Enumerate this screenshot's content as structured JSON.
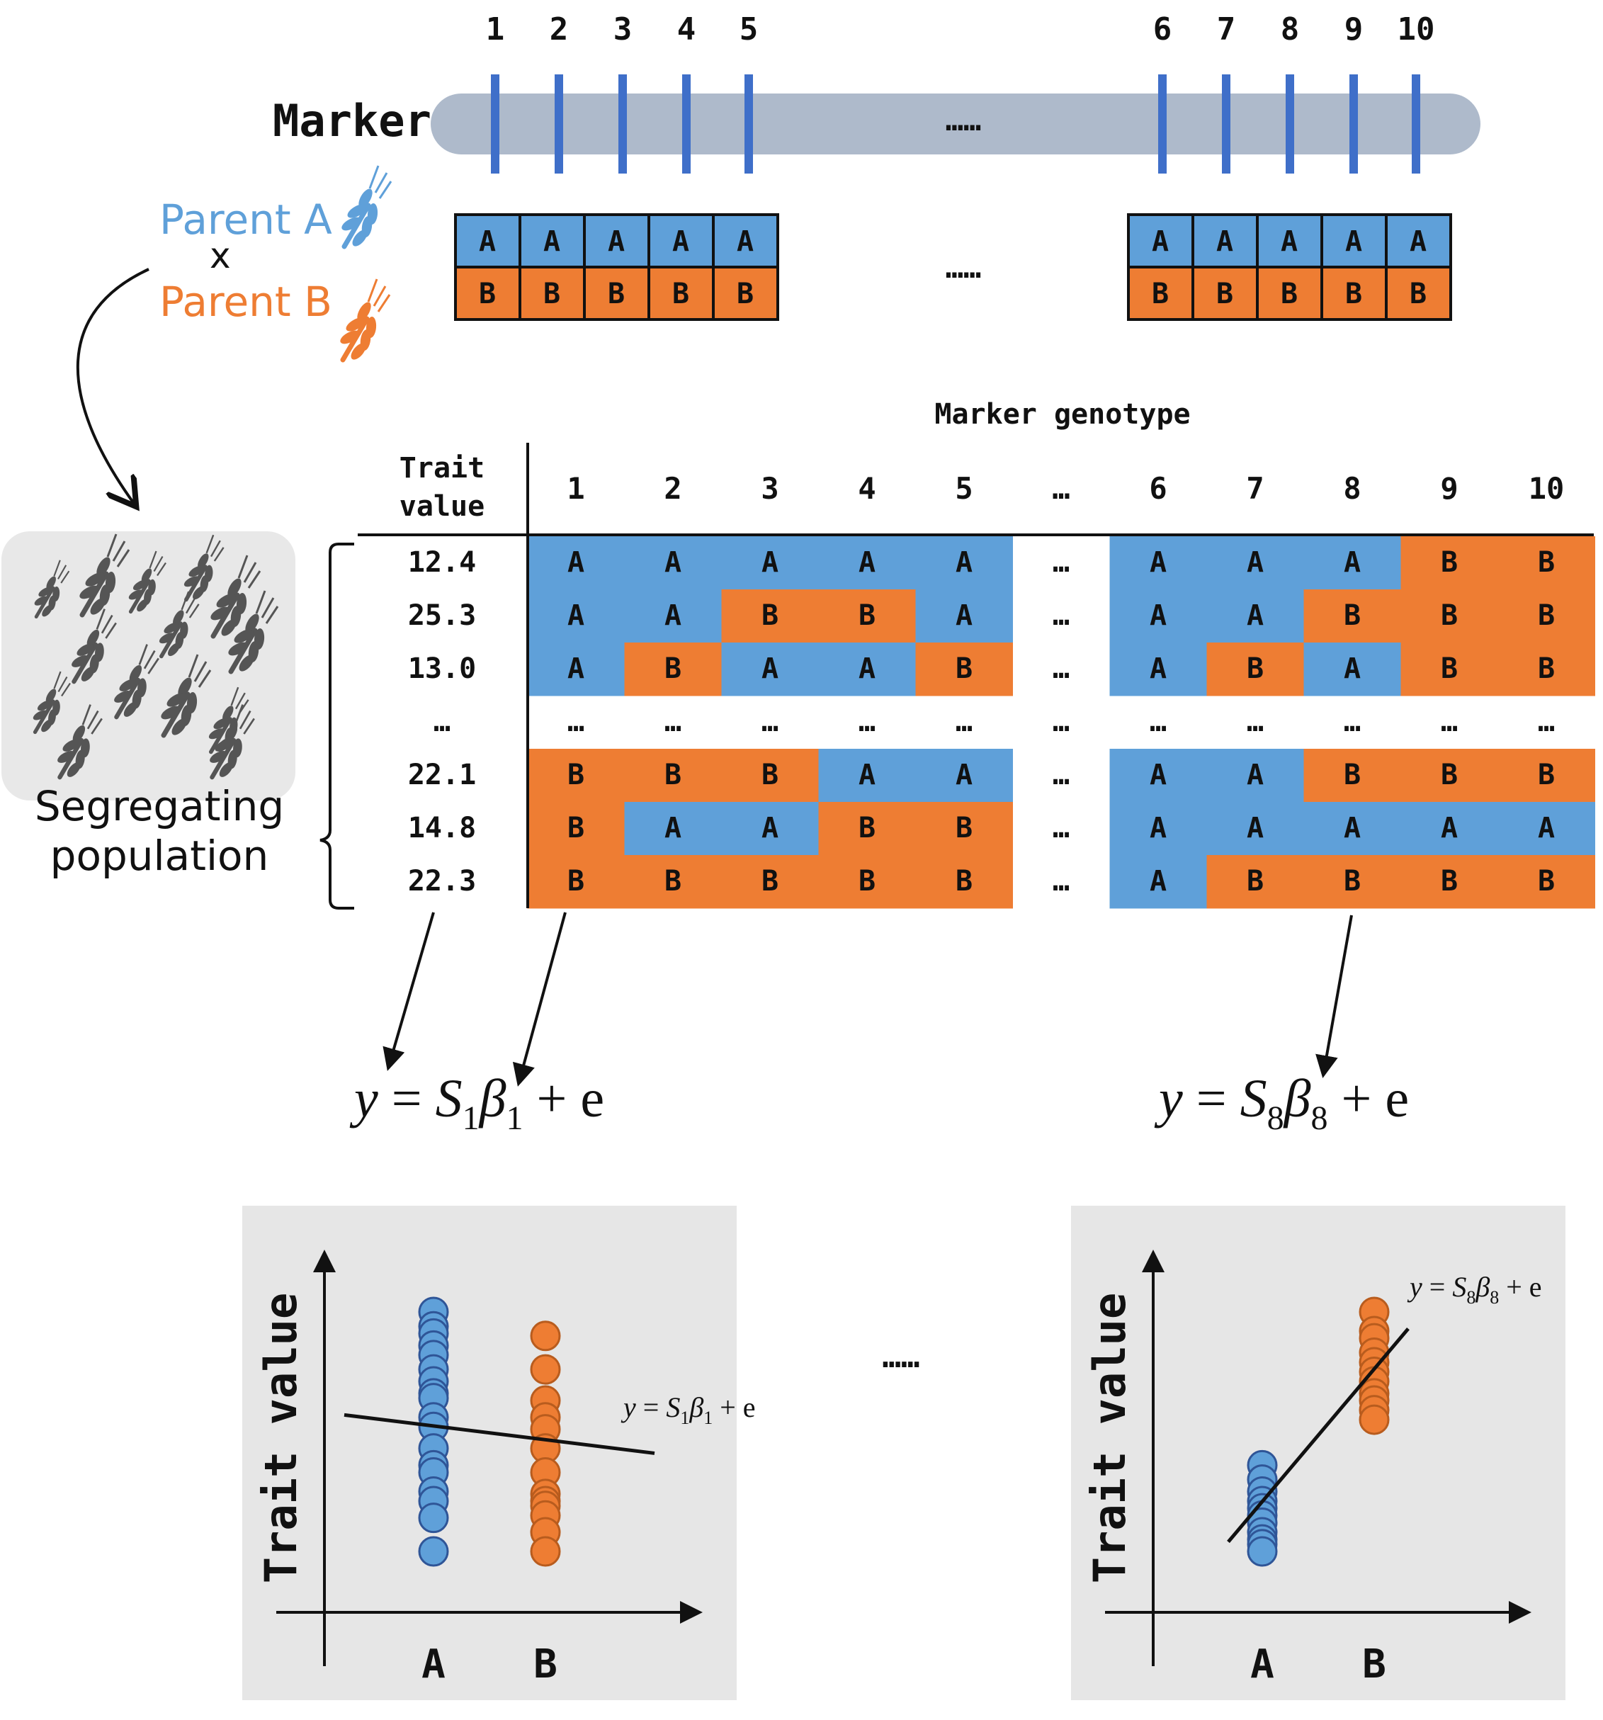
{
  "colors": {
    "A": "#5fa0d9",
    "B": "#ee7d33",
    "chromosome": "#aebacb",
    "marker_line": "#3f6fc9",
    "plot_bg": "#e6e6e6",
    "text": "#111111"
  },
  "top": {
    "marker_label": "Marker",
    "marker_numbers_left": [
      "1",
      "2",
      "3",
      "4",
      "5"
    ],
    "marker_numbers_right": [
      "6",
      "7",
      "8",
      "9",
      "10"
    ],
    "ellipsis": "……",
    "parent_a": "Parent A",
    "cross": "x",
    "parent_b": "Parent B",
    "parent_a_alleles": [
      "A",
      "A",
      "A",
      "A",
      "A"
    ],
    "parent_b_alleles": [
      "B",
      "B",
      "B",
      "B",
      "B"
    ]
  },
  "population": {
    "line1": "Segregating",
    "line2": "population"
  },
  "table": {
    "title": "Marker genotype",
    "trait_header_1": "Trait",
    "trait_header_2": "value",
    "columns": [
      "1",
      "2",
      "3",
      "4",
      "5",
      "…",
      "6",
      "7",
      "8",
      "9",
      "10"
    ],
    "rows": [
      {
        "trait": "12.4",
        "genotypes": [
          "A",
          "A",
          "A",
          "A",
          "A",
          "…",
          "A",
          "A",
          "A",
          "B",
          "B"
        ]
      },
      {
        "trait": "25.3",
        "genotypes": [
          "A",
          "A",
          "B",
          "B",
          "A",
          "…",
          "A",
          "A",
          "B",
          "B",
          "B"
        ]
      },
      {
        "trait": "13.0",
        "genotypes": [
          "A",
          "B",
          "A",
          "A",
          "B",
          "…",
          "A",
          "B",
          "A",
          "B",
          "B"
        ]
      },
      {
        "trait": "…",
        "genotypes": [
          "…",
          "…",
          "…",
          "…",
          "…",
          "…",
          "…",
          "…",
          "…",
          "…",
          "…"
        ]
      },
      {
        "trait": "22.1",
        "genotypes": [
          "B",
          "B",
          "B",
          "A",
          "A",
          "…",
          "A",
          "A",
          "B",
          "B",
          "B"
        ]
      },
      {
        "trait": "14.8",
        "genotypes": [
          "B",
          "A",
          "A",
          "B",
          "B",
          "…",
          "A",
          "A",
          "A",
          "A",
          "A"
        ]
      },
      {
        "trait": "22.3",
        "genotypes": [
          "B",
          "B",
          "B",
          "B",
          "B",
          "…",
          "A",
          "B",
          "B",
          "B",
          "B"
        ]
      }
    ]
  },
  "equations": {
    "left": {
      "lhs": "y",
      "eq": " = ",
      "S": "S",
      "s_sub": "1",
      "beta": "β",
      "b_sub": "1",
      "tail": " + e"
    },
    "right": {
      "lhs": "y",
      "eq": " = ",
      "S": "S",
      "s_sub": "8",
      "beta": "β",
      "b_sub": "8",
      "tail": " + e"
    }
  },
  "plots": {
    "ylabel": "Trait value",
    "x_categories": [
      "A",
      "B"
    ],
    "middle_ellipsis": "……",
    "left_points": {
      "A": [
        1.0,
        0.94,
        0.91,
        0.86,
        0.82,
        0.76,
        0.71,
        0.66,
        0.64,
        0.56,
        0.52,
        0.43,
        0.36,
        0.33,
        0.25,
        0.21,
        0.14,
        0.0
      ],
      "B": [
        0.9,
        0.76,
        0.63,
        0.56,
        0.51,
        0.43,
        0.33,
        0.24,
        0.21,
        0.19,
        0.15,
        0.08,
        0.0
      ]
    },
    "left_fit": [
      0.57,
      0.41
    ],
    "right_points": {
      "A": [
        0.36,
        0.3,
        0.25,
        0.21,
        0.18,
        0.15,
        0.12,
        0.08,
        0.05,
        0.03,
        0.0
      ],
      "B": [
        1.0,
        0.92,
        0.89,
        0.83,
        0.79,
        0.75,
        0.71,
        0.66,
        0.63,
        0.59,
        0.55
      ]
    },
    "right_fit": [
      0.04,
      0.93
    ]
  }
}
